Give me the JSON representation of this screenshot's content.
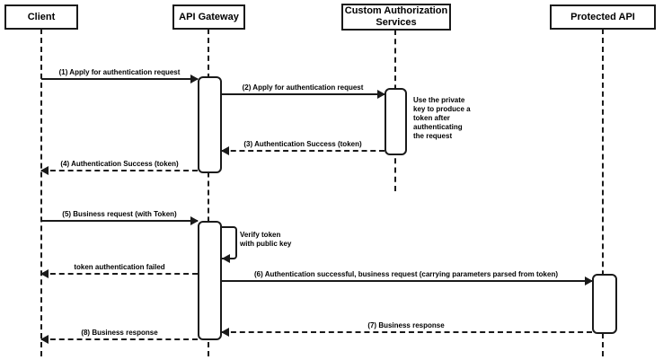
{
  "diagram": {
    "title": "API Gateway token authentication sequence diagram",
    "colors": {
      "stroke": "#1a1a1a",
      "fill": "#ffffff",
      "background": "#ffffff"
    },
    "participants": [
      {
        "label": "Client"
      },
      {
        "label": "API Gateway"
      },
      {
        "label": "Custom Authorization\nServices"
      },
      {
        "label": "Protected API"
      }
    ],
    "messages": [
      {
        "label": "(1) Apply for authentication request",
        "from": "Client",
        "to": "API Gateway",
        "style": "solid"
      },
      {
        "label": "(2) Apply for authentication request",
        "from": "API Gateway",
        "to": "Custom Authorization Services",
        "style": "solid"
      },
      {
        "label": "(3) Authentication Success (token)",
        "from": "Custom Authorization Services",
        "to": "API Gateway",
        "style": "dashed"
      },
      {
        "label": "(4) Authentication Success (token)",
        "from": "API Gateway",
        "to": "Client",
        "style": "dashed"
      },
      {
        "label": "(5) Business request (with Token)",
        "from": "Client",
        "to": "API Gateway",
        "style": "solid"
      },
      {
        "label": "token authentication failed",
        "from": "API Gateway",
        "to": "Client",
        "style": "dashed"
      },
      {
        "label": "(6) Authentication successful, business request (carrying parameters parsed from token)",
        "from": "API Gateway",
        "to": "Protected API",
        "style": "solid"
      },
      {
        "label": "(7) Business response",
        "from": "Protected API",
        "to": "API Gateway",
        "style": "dashed"
      },
      {
        "label": "(8) Business response",
        "from": "API Gateway",
        "to": "Client",
        "style": "dashed"
      }
    ],
    "self_message": {
      "label": "Verify token\nwith public key",
      "on": "API Gateway"
    },
    "note": {
      "label": "Use the private\nkey to produce a\ntoken after\nauthenticating\nthe request",
      "near": "Custom Authorization Services"
    }
  }
}
